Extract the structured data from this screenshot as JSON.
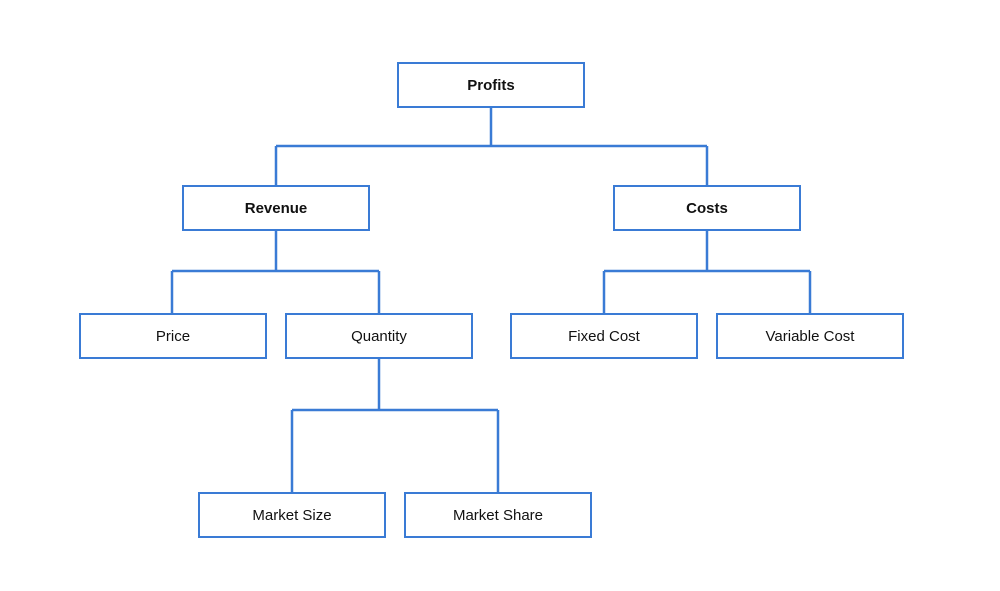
{
  "tree": {
    "root": {
      "label": "Profits"
    },
    "revenue": {
      "label": "Revenue",
      "children": {
        "price": {
          "label": "Price"
        },
        "quantity": {
          "label": "Quantity",
          "children": {
            "market_size": {
              "label": "Market Size"
            },
            "market_share": {
              "label": "Market Share"
            }
          }
        }
      }
    },
    "costs": {
      "label": "Costs",
      "children": {
        "fixed_cost": {
          "label": "Fixed Cost"
        },
        "variable_cost": {
          "label": "Variable Cost"
        }
      }
    }
  },
  "colors": {
    "line": "#3a7bd5",
    "box_border": "#3a7bd5",
    "text": "#111111",
    "background": "#ffffff"
  }
}
